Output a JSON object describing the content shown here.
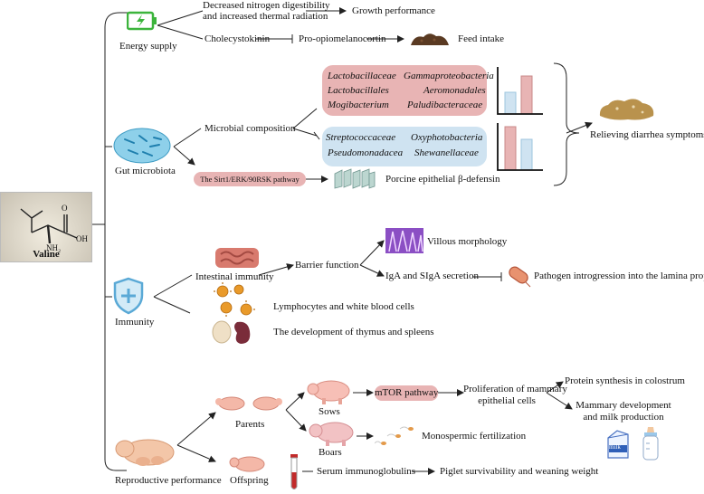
{
  "center": {
    "label": "Valine",
    "cooh": "OH",
    "nh2": "NH₂",
    "oxygen": "O"
  },
  "energy": {
    "title": "Energy supply",
    "line1a": "Decreased nitrogen digestibility",
    "line1b": "and increased thermal radiation",
    "growth": "Growth performance",
    "cck": "Cholecystokinin",
    "pomc": "Pro-opiomelanocortin",
    "feed": "Feed intake"
  },
  "gut": {
    "title": "Gut microbiota",
    "composition": "Microbial composition",
    "increased": [
      "Lactobacillaceae",
      "Gammaproteobacteria",
      "Lactobacillales",
      "Aeromonadales",
      "Mogibacterium",
      "Paludibacteraceae"
    ],
    "decreased": [
      "Streptococcaceae",
      "Oxyphotobacteria",
      "Pseudomonadacea",
      "Shewanellaceae"
    ],
    "pathway": "The Sirt1/ERK/90RSK pathway",
    "defensin": "Porcine epithelial β-defensin",
    "diarrhea": "Relieving diarrhea symptoms"
  },
  "immunity": {
    "title": "Immunity",
    "intestinal": "Intestinal immunity",
    "barrier": "Barrier function",
    "villous": "Villous morphology",
    "iga": "IgA and SIgA secretion",
    "pathogen": "Pathogen introgression into the lamina propria",
    "lymph": "Lymphocytes and white blood cells",
    "thymus": "The development of thymus and spleens"
  },
  "reproduction": {
    "title": "Reproductive performance",
    "parents": "Parents",
    "sows": "Sows",
    "boars": "Boars",
    "offspring": "Offspring",
    "mtor": "mTOR pathway",
    "prolif_a": "Proliferation of mammary",
    "prolif_b": "epithelial cells",
    "protein": "Protein synthesis in colostrum",
    "mammary_a": "Mammary development",
    "mammary_b": "and milk production",
    "milk": "milk",
    "mono": "Monospermic fertilization",
    "serum": "Serum immunoglobulins",
    "piglet": "Piglet survivability and weaning weight"
  },
  "colors": {
    "pink": "#e8b4b4",
    "blue": "#cfe3f1",
    "line": "#222222",
    "energy_green": "#3cb43c",
    "shield": "#5aa9d6"
  },
  "icons": [
    "battery-charging-icon",
    "feces-icon",
    "bacteria-icon",
    "bar-chart-icon",
    "epithelium-icon",
    "shield-plus-icon",
    "intestine-icon",
    "villi-icon",
    "pathogen-icon",
    "virus-icon",
    "thymus-spleen-icon",
    "pig-icon",
    "sperm-icon",
    "milk-carton-icon",
    "baby-bottle-icon",
    "blood-tube-icon"
  ]
}
